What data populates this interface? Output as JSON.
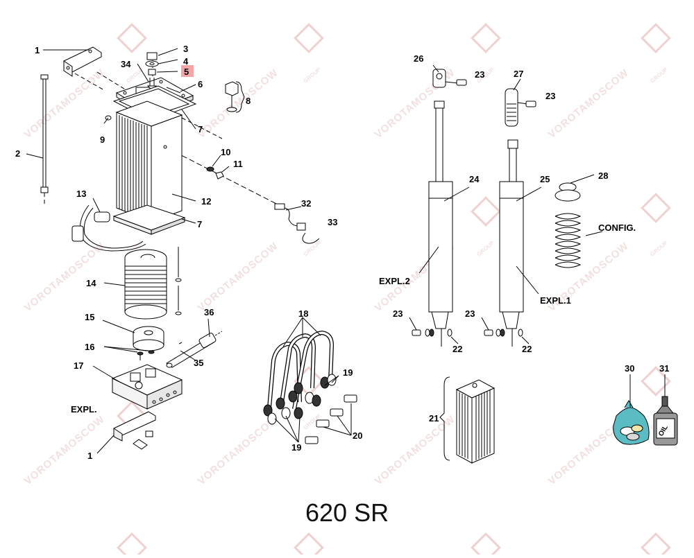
{
  "title": "620 SR",
  "watermark": {
    "brand": "VOROTAMOSCOW",
    "sub": "GROUP"
  },
  "highlight_color": "#f4a5a5",
  "parts": {
    "p1a": "1",
    "p1b": "1",
    "p2": "2",
    "p3": "3",
    "p4": "4",
    "p5": "5",
    "p6": "6",
    "p7a": "7",
    "p7b": "7",
    "p8": "8",
    "p9": "9",
    "p10": "10",
    "p11": "11",
    "p12": "12",
    "p13": "13",
    "p14": "14",
    "p15": "15",
    "p16": "16",
    "p17": "17",
    "p18": "18",
    "p19a": "19",
    "p19b": "19",
    "p20": "20",
    "p21": "21",
    "p22a": "22",
    "p22b": "22",
    "p23a": "23",
    "p23b": "23",
    "p23c": "23",
    "p23d": "23",
    "p24": "24",
    "p25": "25",
    "p26": "26",
    "p27": "27",
    "p28": "28",
    "p30": "30",
    "p31": "31",
    "p32": "32",
    "p33": "33",
    "p34": "34",
    "p35": "35",
    "p36": "36"
  },
  "labels": {
    "expl": "EXPL.",
    "expl1": "EXPL.1",
    "expl2": "EXPL.2",
    "config": "CONFIG.",
    "oil": "OIL"
  }
}
